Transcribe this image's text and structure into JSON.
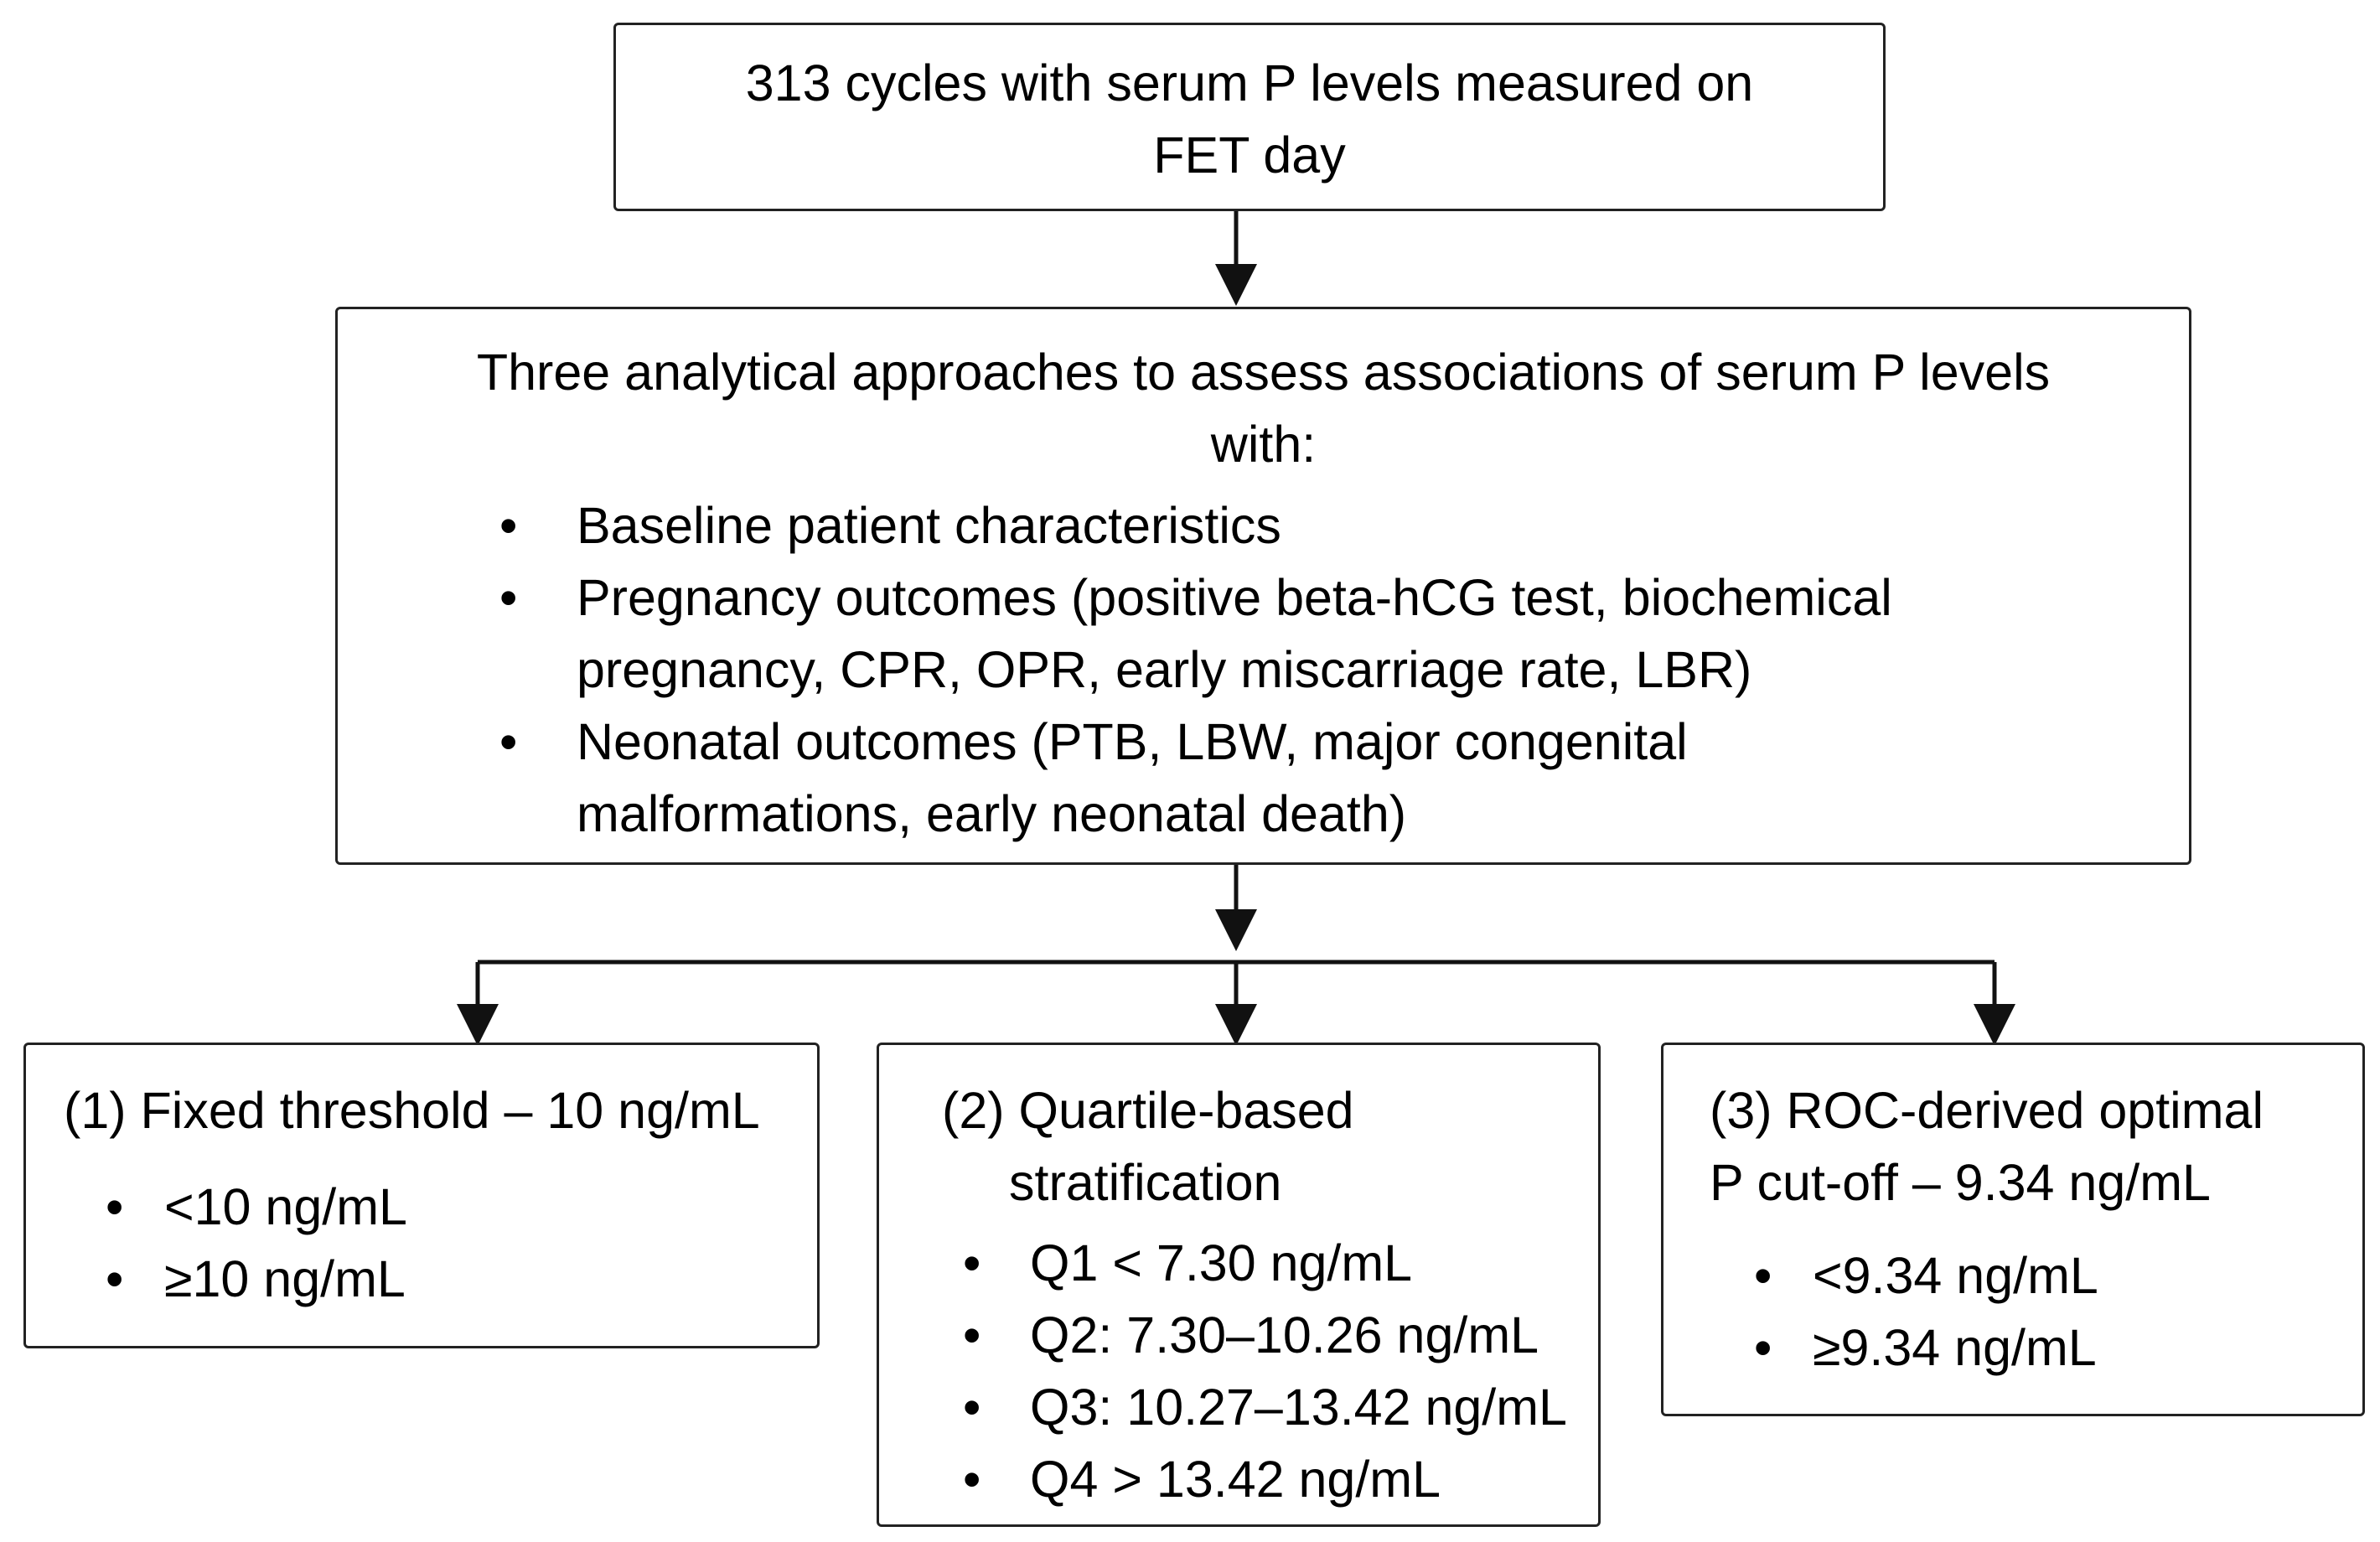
{
  "top_box": {
    "line1": "313 cycles with serum P levels measured on",
    "line2": "FET day"
  },
  "middle_box": {
    "heading_line1": "Three analytical approaches to assess associations of serum P levels",
    "heading_line2": "with:",
    "bullets": [
      {
        "line1": "Baseline patient characteristics",
        "line2": ""
      },
      {
        "line1": "Pregnancy outcomes (positive beta-hCG test, biochemical",
        "line2": "pregnancy, CPR, OPR, early miscarriage rate, LBR)"
      },
      {
        "line1": "Neonatal outcomes (PTB, LBW, major congenital",
        "line2": "malformations, early neonatal death)"
      }
    ]
  },
  "left_box": {
    "title": "(1) Fixed threshold – 10 ng/mL",
    "items": [
      "<10 ng/mL",
      "≥10 ng/mL"
    ]
  },
  "center_box": {
    "title_line1": "(2) Quartile-based",
    "title_line2": "stratification",
    "items": [
      "Q1 < 7.30 ng/mL",
      "Q2: 7.30–10.26 ng/mL",
      "Q3: 10.27–13.42 ng/mL",
      "Q4 > 13.42 ng/mL"
    ]
  },
  "right_box": {
    "title_line1": "(3) ROC-derived optimal",
    "title_line2": "P cut-off – 9.34 ng/mL",
    "items": [
      "<9.34 ng/mL",
      "≥9.34 ng/mL"
    ]
  },
  "bullet_symbol": "•"
}
